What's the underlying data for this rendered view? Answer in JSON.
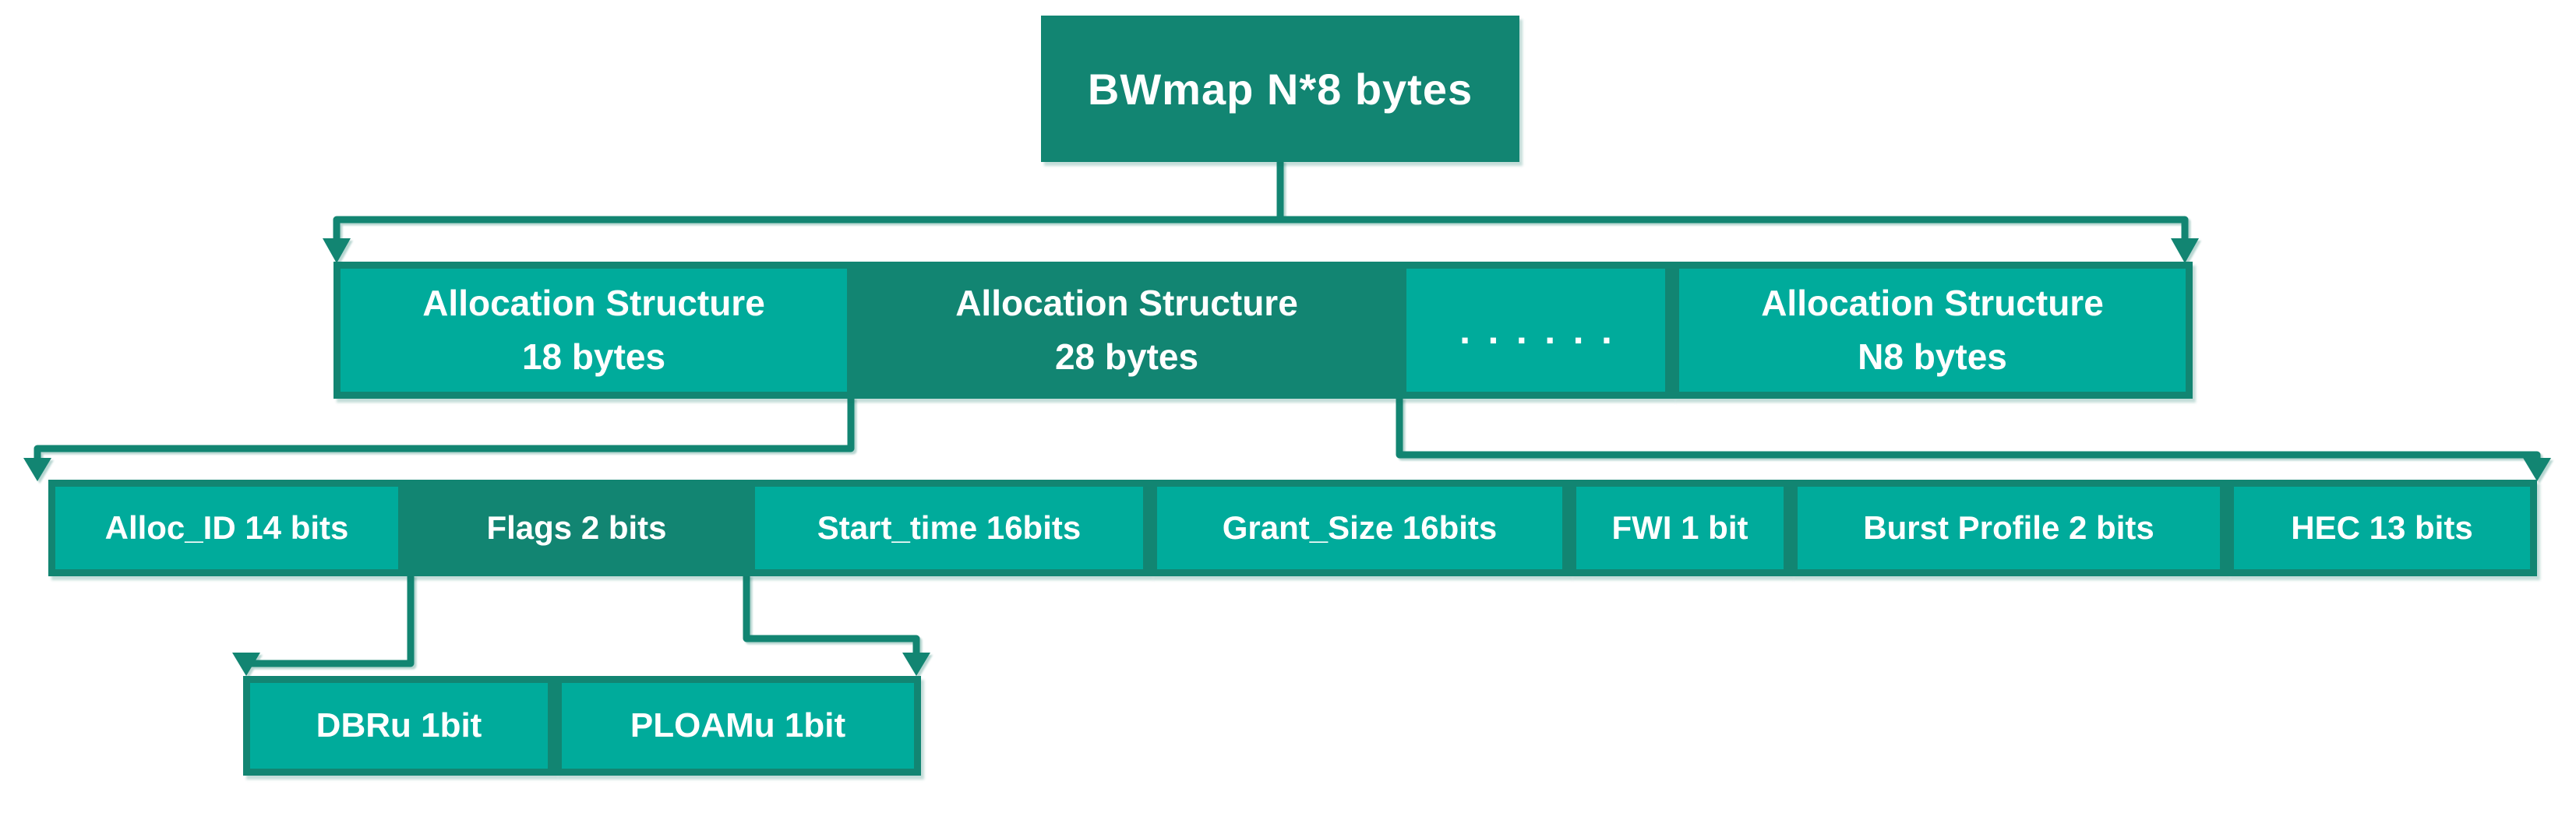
{
  "colors": {
    "dark_teal": "#128572",
    "light_teal": "#00ab9b",
    "text": "#ffffff",
    "background": "#ffffff"
  },
  "root_box": {
    "label": "BWmap N*8 bytes"
  },
  "allocation_boxes": [
    {
      "line1": "Allocation Structure",
      "line2": "18 bytes"
    },
    {
      "line1": "Allocation Structure",
      "line2": "28 bytes"
    },
    {
      "line1": "......",
      "line2": ""
    },
    {
      "line1": "Allocation Structure",
      "line2": "N8 bytes"
    }
  ],
  "field_boxes": [
    {
      "label": "Alloc_ID 14 bits"
    },
    {
      "label": "Flags 2 bits"
    },
    {
      "label": "Start_time 16bits"
    },
    {
      "label": "Grant_Size 16bits"
    },
    {
      "label": "FWI 1 bit"
    },
    {
      "label": "Burst Profile 2 bits"
    },
    {
      "label": "HEC 13 bits"
    }
  ],
  "flags_sub_boxes": [
    {
      "label": "DBRu 1bit"
    },
    {
      "label": "PLOAMu 1bit"
    }
  ]
}
